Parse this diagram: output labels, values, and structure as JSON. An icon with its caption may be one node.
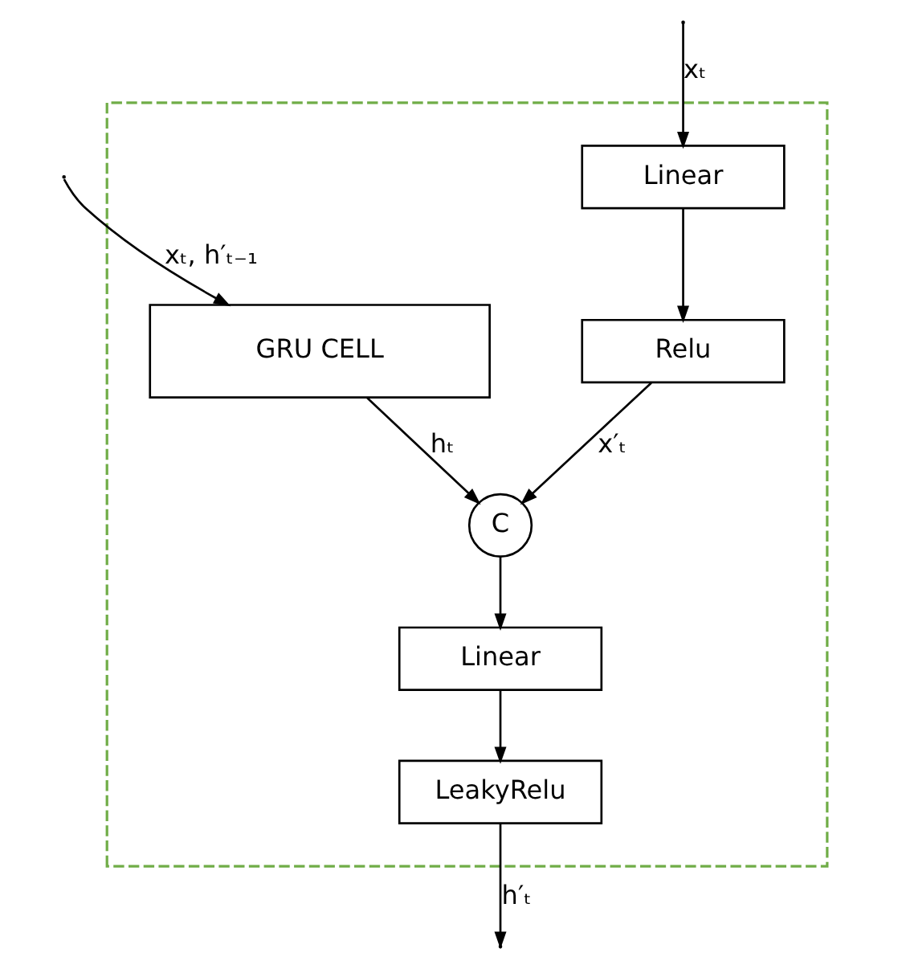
{
  "diagram": {
    "nodes": [
      {
        "text": [],
        "shape": "box"
      },
      {
        "text": [
          "Linear"
        ],
        "in": 0
      },
      {
        "text": [
          "Relu"
        ],
        "in": 0
      },
      {
        "text": [
          "GRU CELL"
        ],
        "in": 0
      },
      {
        "text": [
          "C"
        ],
        "in": 0
      },
      {
        "text": [
          "Linear"
        ],
        "in": 0
      },
      {
        "text": [
          "LeakyRelu"
        ],
        "in": 0
      }
    ],
    "edges": [
      {
        "from": null,
        "to": 1,
        "arrow": "to",
        "label": "xₜ"
      },
      {
        "from": null,
        "to": 3,
        "arrow": "to",
        "label": "xₜ, h′ₜ₋₁"
      },
      {
        "from": 1,
        "to": 2,
        "arrow": "to"
      },
      {
        "from": 2,
        "to": 4,
        "arrow": "to",
        "label": "x′ₜ"
      },
      {
        "from": 3,
        "to": 4,
        "arrow": "to",
        "label": "hₜ"
      },
      {
        "from": 4,
        "to": 5,
        "arrow": "to"
      },
      {
        "from": 5,
        "to": 6,
        "arrow": "to"
      },
      {
        "from": 6,
        "to": null,
        "arrow": "to",
        "label": "h′ₜ"
      }
    ]
  }
}
